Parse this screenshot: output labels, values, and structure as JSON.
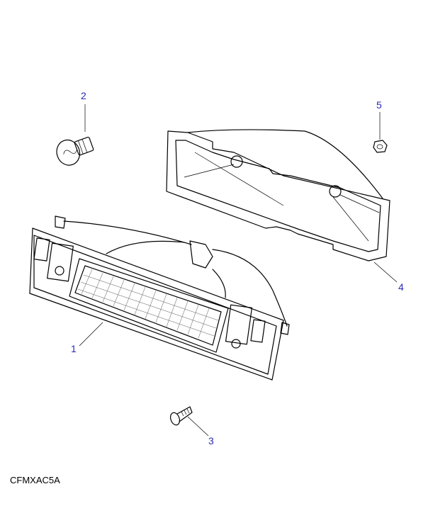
{
  "diagram_code": "CFMXAC5A",
  "callouts": [
    {
      "id": "1",
      "label": "1"
    },
    {
      "id": "2",
      "label": "2"
    },
    {
      "id": "3",
      "label": "3"
    },
    {
      "id": "4",
      "label": "4"
    },
    {
      "id": "5",
      "label": "5"
    }
  ],
  "colors": {
    "callout": "#2b2bb5",
    "line": "#000000"
  }
}
